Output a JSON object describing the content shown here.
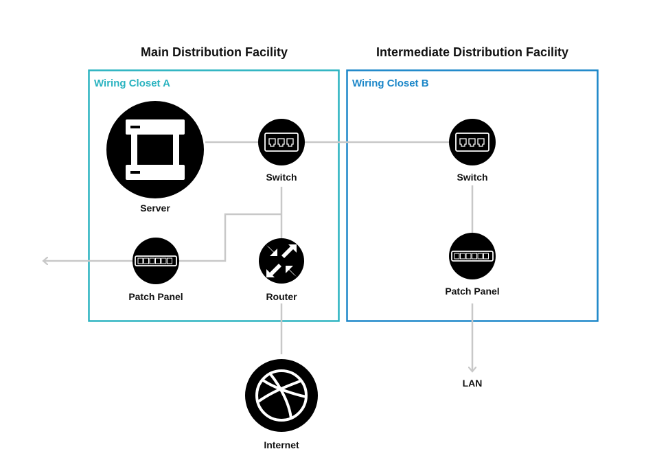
{
  "headings": {
    "main": "Main Distribution Facility",
    "intermediate": "Intermediate Distribution Facility"
  },
  "closets": {
    "a": {
      "label": "Wiring Closet A",
      "color": "#2ab3c0"
    },
    "b": {
      "label": "Wiring Closet B",
      "color": "#1a86c8"
    }
  },
  "nodes": {
    "server": "Server",
    "switch_a": "Switch",
    "patch_panel_a": "Patch Panel",
    "router": "Router",
    "switch_b": "Switch",
    "patch_panel_b": "Patch Panel",
    "internet": "Internet",
    "lan": "LAN"
  },
  "icons": {
    "server": "server-rack-icon",
    "switch": "network-switch-icon",
    "patch_panel": "patch-panel-icon",
    "router": "router-arrows-icon",
    "internet": "globe-icon"
  },
  "colors": {
    "connector": "#c8c8c8",
    "node_fill": "#000000"
  }
}
